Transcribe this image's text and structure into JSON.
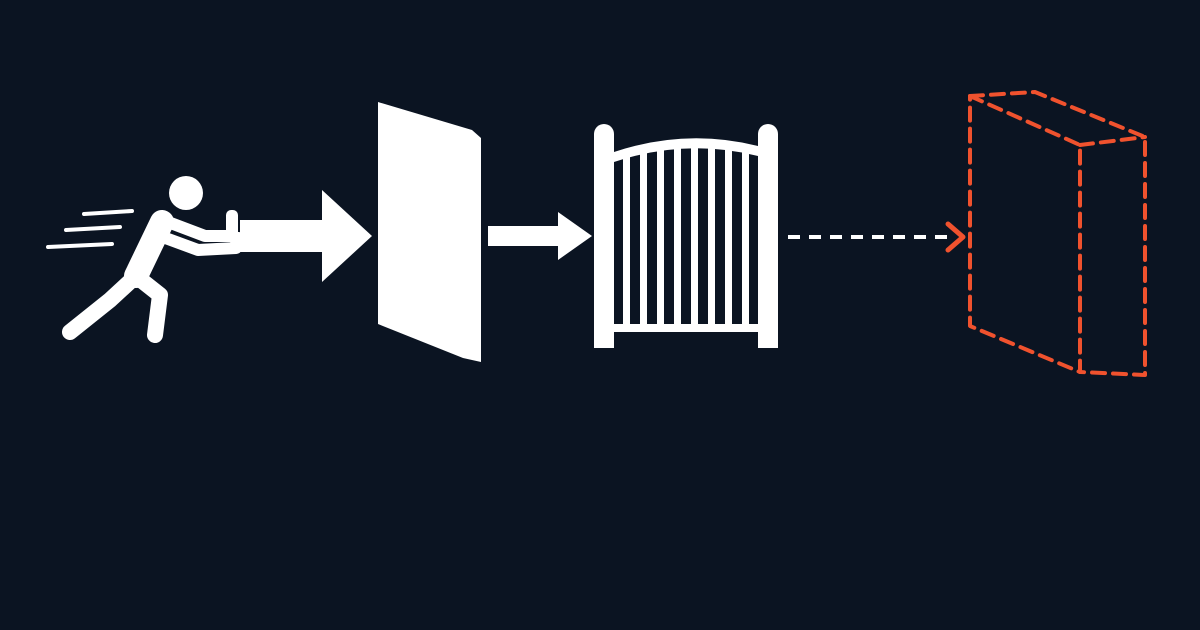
{
  "colors": {
    "background": "#0b1422",
    "foreground": "#ffffff",
    "accent": "#f0522e"
  },
  "elements": [
    {
      "name": "pushing-person-icon",
      "icon": "person-pushing"
    },
    {
      "name": "push-arrow-icon",
      "icon": "arrow-right-bold"
    },
    {
      "name": "wall-panel-icon",
      "icon": "solid-panel"
    },
    {
      "name": "connector-arrow-icon",
      "icon": "arrow-right"
    },
    {
      "name": "fence-gate-icon",
      "icon": "fence-gate"
    },
    {
      "name": "dashed-connector-arrow-icon",
      "icon": "arrow-right-dashed"
    },
    {
      "name": "dashed-box-outline-icon",
      "icon": "box-outline-dashed"
    }
  ]
}
